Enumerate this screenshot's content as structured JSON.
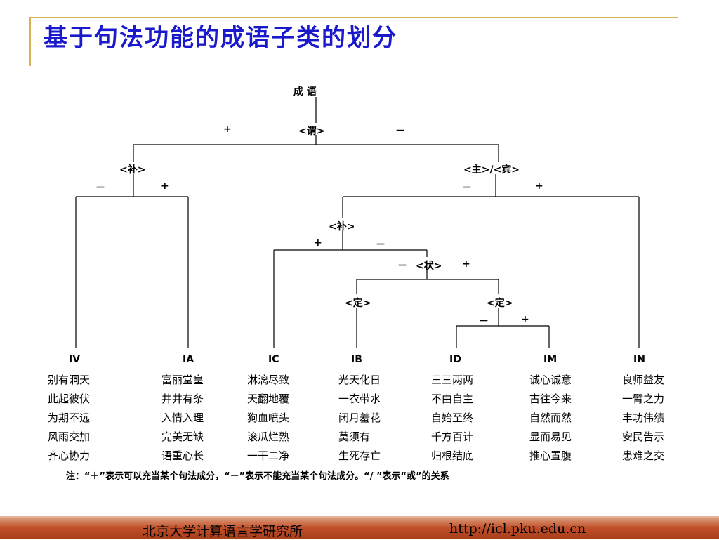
{
  "title": "基于句法功能的成语子类的划分",
  "tree": {
    "root": "成 语",
    "wei": "<谓>",
    "bu1": "<补>",
    "zhubin": "<主>/<宾>",
    "bu2": "<补>",
    "zhuang": "<状>",
    "ding1": "<定>",
    "ding2": "<定>",
    "plus": "+",
    "minus": "－"
  },
  "categories": [
    {
      "code": "IV",
      "idioms": [
        "别有洞天",
        "此起彼伏",
        "为期不远",
        "风雨交加",
        "齐心协力"
      ]
    },
    {
      "code": "IA",
      "idioms": [
        "富丽堂皇",
        "井井有条",
        "入情入理",
        "完美无缺",
        "语重心长"
      ]
    },
    {
      "code": "IC",
      "idioms": [
        "淋漓尽致",
        "天翻地覆",
        "狗血喷头",
        "滚瓜烂熟",
        "一干二净"
      ]
    },
    {
      "code": "IB",
      "idioms": [
        "光天化日",
        "一衣带水",
        "闭月羞花",
        "莫须有",
        "生死存亡"
      ]
    },
    {
      "code": "ID",
      "idioms": [
        "三三两两",
        "不由自主",
        "自始至终",
        "千方百计",
        "归根结底"
      ]
    },
    {
      "code": "IM",
      "idioms": [
        "诚心诚意",
        "古往今来",
        "自然而然",
        "显而易见",
        "推心置腹"
      ]
    },
    {
      "code": "IN",
      "idioms": [
        "良师益友",
        "一臂之力",
        "丰功伟绩",
        "安民告示",
        "患难之交"
      ]
    }
  ],
  "note": "注：“＋”表示可以充当某个句法成分，“－”表示不能充当某个句法成分。“/ ”表示“或”的关系",
  "footer": {
    "org": "北京大学计算语言学研究所",
    "url": "http://icl.pku.edu.cn"
  }
}
